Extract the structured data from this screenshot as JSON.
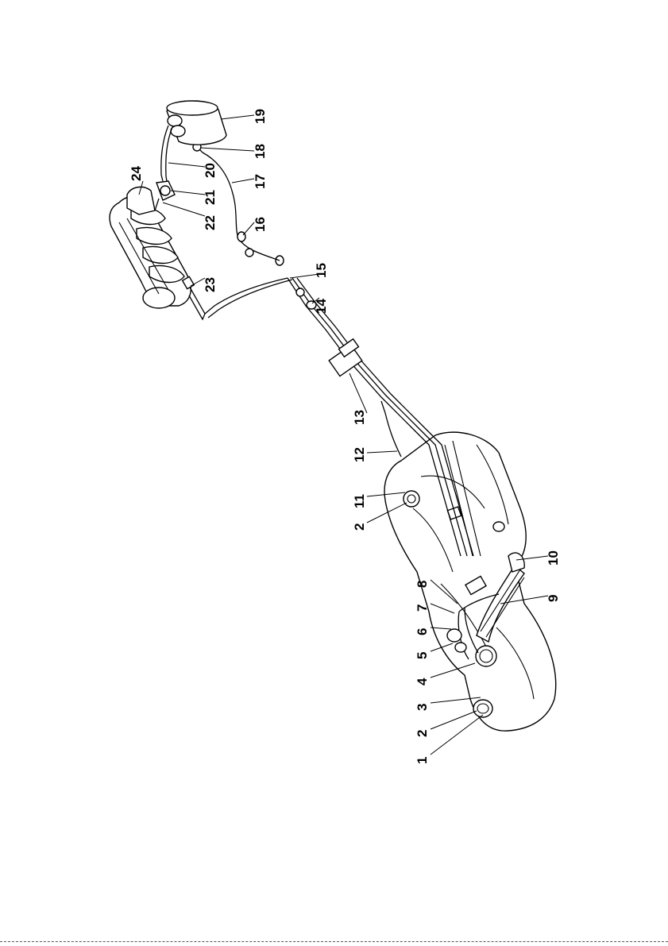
{
  "figure": {
    "callouts": [
      {
        "id": "c1",
        "text": "1"
      },
      {
        "id": "c2a",
        "text": "2"
      },
      {
        "id": "c3",
        "text": "3"
      },
      {
        "id": "c4",
        "text": "4"
      },
      {
        "id": "c5",
        "text": "5"
      },
      {
        "id": "c6",
        "text": "6"
      },
      {
        "id": "c7",
        "text": "7"
      },
      {
        "id": "c8",
        "text": "8"
      },
      {
        "id": "c9",
        "text": "9"
      },
      {
        "id": "c10",
        "text": "10"
      },
      {
        "id": "c2b",
        "text": "2"
      },
      {
        "id": "c11",
        "text": "11"
      },
      {
        "id": "c12",
        "text": "12"
      },
      {
        "id": "c13",
        "text": "13"
      },
      {
        "id": "c14",
        "text": "14"
      },
      {
        "id": "c15",
        "text": "15"
      },
      {
        "id": "c16",
        "text": "16"
      },
      {
        "id": "c17",
        "text": "17"
      },
      {
        "id": "c18",
        "text": "18"
      },
      {
        "id": "c19",
        "text": "19"
      },
      {
        "id": "c20",
        "text": "20"
      },
      {
        "id": "c21",
        "text": "21"
      },
      {
        "id": "c22",
        "text": "22"
      },
      {
        "id": "c23",
        "text": "23"
      },
      {
        "id": "c24",
        "text": "24"
      }
    ]
  }
}
